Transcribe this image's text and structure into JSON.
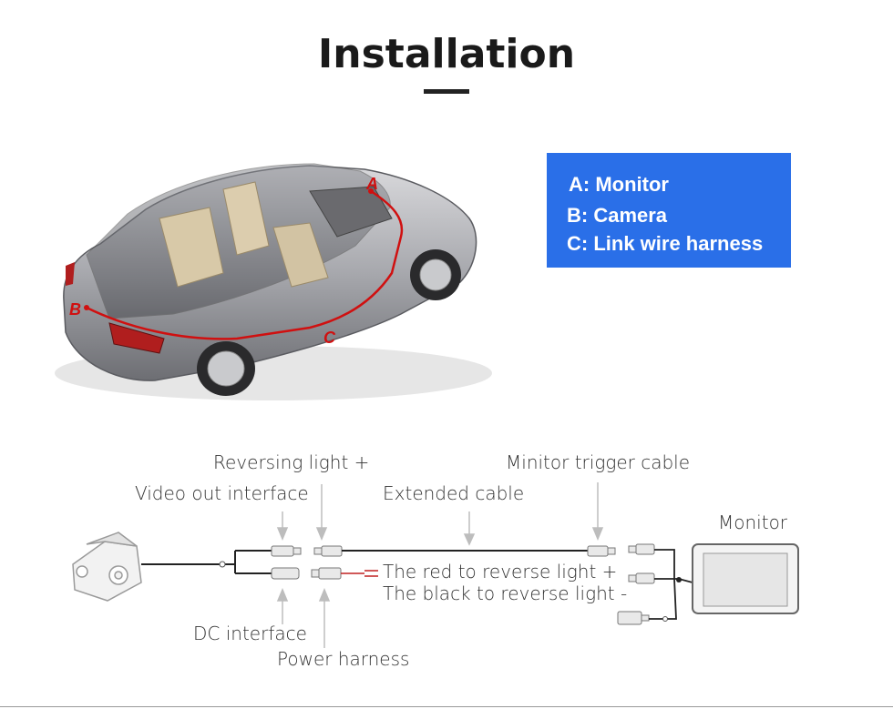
{
  "title": "Installation",
  "legend": {
    "items": [
      "A: Monitor",
      "B: Camera",
      "C: Link wire harness"
    ]
  },
  "car_markers": {
    "a": "A",
    "b": "B",
    "c": "C"
  },
  "labels": {
    "reversing_light": "Reversing light +",
    "monitor_trigger": "Minitor trigger cable",
    "video_out": "Video out interface",
    "extended_cable": "Extended cable",
    "monitor": "Monitor",
    "red_wire": "The red to reverse light +",
    "black_wire": "The black to reverse light -",
    "dc_interface": "DC interface",
    "power_harness": "Power harness"
  },
  "colors": {
    "legend_bg": "#2a6fe8",
    "wire_route": "#d01010"
  }
}
